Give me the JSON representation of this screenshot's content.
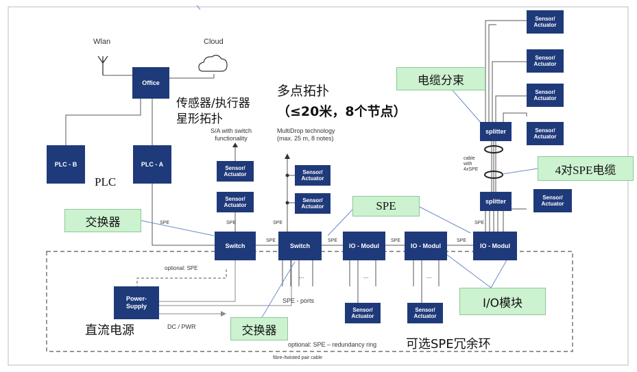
{
  "nodes": {
    "office": "Office",
    "plc_b": "PLC - B",
    "plc_a": "PLC - A",
    "switch_1": "Switch",
    "switch_2": "Switch",
    "io_1": "IO - Modul",
    "io_2": "IO - Modul",
    "io_3": "IO - Modul",
    "power_supply": "Power-\nSupply",
    "splitter_1": "splitter",
    "splitter_2": "splitter",
    "sensor_actuator": "Sensor/\nActuator"
  },
  "labels": {
    "wlan": "Wlan",
    "cloud": "Cloud",
    "sa_switch": "S/A with switch\nfunctionality",
    "multidrop": "MultiDrop technology\n(max. 25 m, 8 notes)",
    "spe": "SPE",
    "spe_ports": "SPE - ports",
    "dots": "...",
    "optional_spe": "optional: SPE",
    "dc_pwr": "DC / PWR",
    "redundancy": "optional: SPE – redundancy ring",
    "fibre": "fibre-/twisted pair cable",
    "cable_4xspe": "cable\nwith\n4xSPE"
  },
  "annotations": {
    "multipoint": "多点拓扑",
    "multipoint_detail": "（≤20米，8个节点）",
    "sensor_star": "传感器/执行器\n星形拓扑",
    "plc": "PLC",
    "switch_cn_1": "交换器",
    "switch_cn_2": "交换器",
    "dc_power_cn": "直流电源",
    "redundant_cn": "可选SPE冗余环",
    "cable_bundle": "电缆分束",
    "spe_callout": "SPE",
    "spe_cable_4pair": "4对SPE电缆",
    "io_module_cn": "I/O模块"
  },
  "colors": {
    "box": "#1f3a7a",
    "callout_fill": "#ccf2cf",
    "wire": "#555555"
  },
  "icons": {
    "wlan": "antenna-icon",
    "cloud": "cloud-icon",
    "arrow": "arrow-up-icon"
  }
}
